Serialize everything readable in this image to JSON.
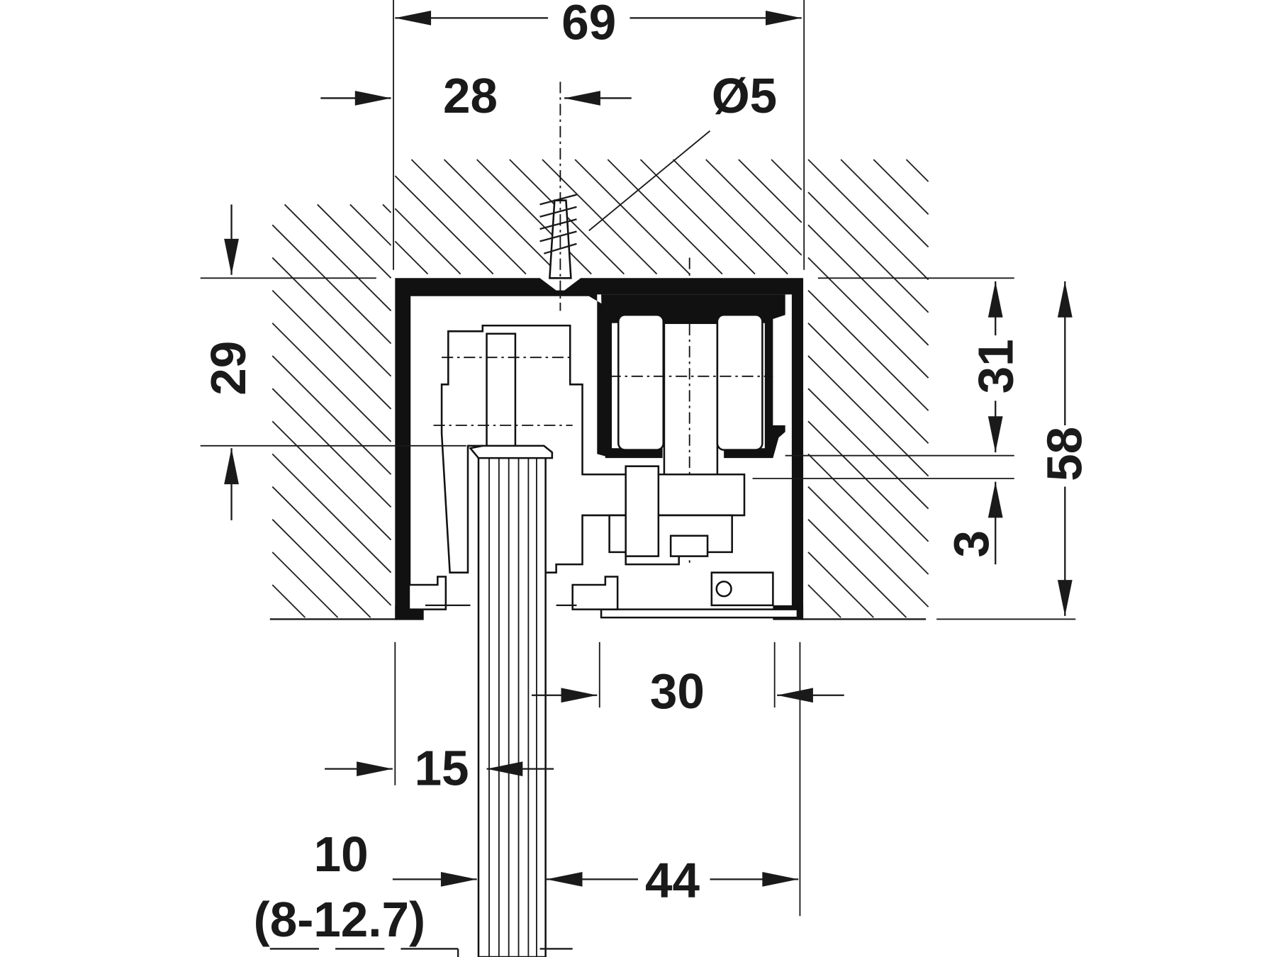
{
  "drawing": {
    "title": "Sliding door top track cross-section",
    "dimensions": {
      "overall_width": "69",
      "screw_offset": "28",
      "screw_diameter": "Ø5",
      "recess_depth": "29",
      "track_to_wheel": "31",
      "gap": "3",
      "overall_height": "58",
      "cover_width": "30",
      "door_offset": "15",
      "door_thickness": "10",
      "door_thickness_range": "(8-12.7)",
      "door_to_edge": "44"
    },
    "colors": {
      "ink": "#1a1a1a",
      "background": "#ffffff"
    }
  }
}
